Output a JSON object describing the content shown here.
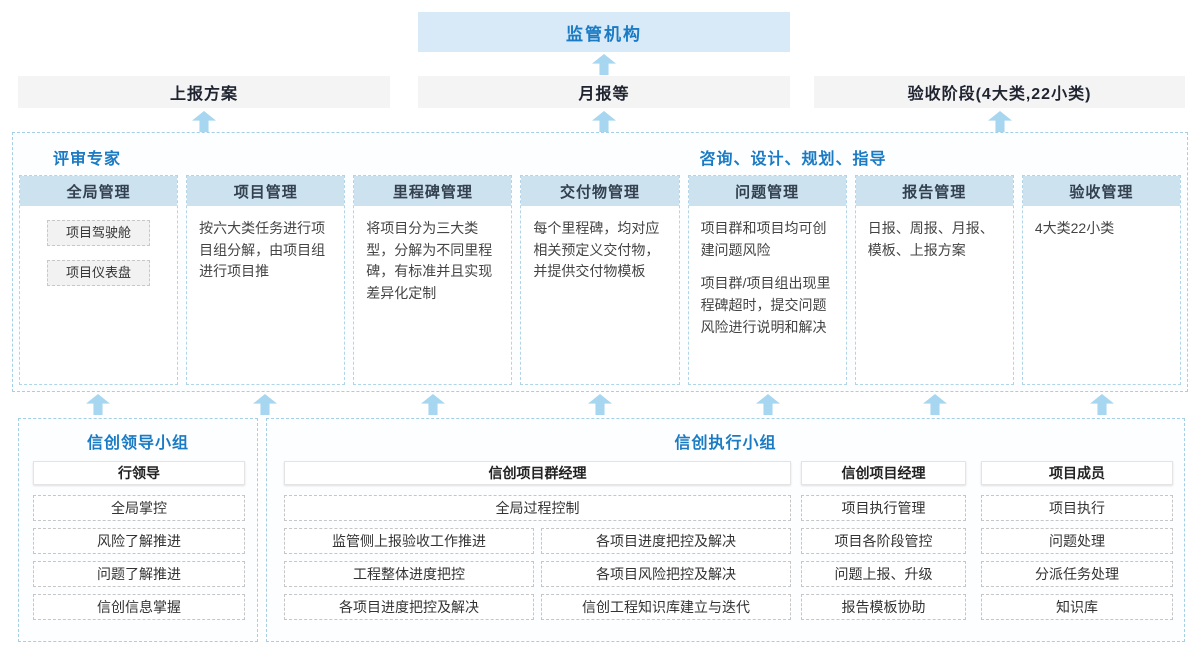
{
  "top": {
    "regulator": "监管机构"
  },
  "outputs": {
    "report_plan": "上报方案",
    "monthly_report": "月报等",
    "acceptance_phase": "验收阶段(4大类,22小类)"
  },
  "platform": {
    "left_title": "评审专家",
    "right_title": "咨询、设计、规划、指导",
    "columns": [
      {
        "title": "全局管理",
        "items": [
          "项目驾驶舱",
          "项目仪表盘"
        ]
      },
      {
        "title": "项目管理",
        "text1": "按六大类任务进行项目组分解，由项目组进行项目推"
      },
      {
        "title": "里程碑管理",
        "text1": "将项目分为三大类型，分解为不同里程碑，有标准并且实现差异化定制"
      },
      {
        "title": "交付物管理",
        "text1": "每个里程碑，均对应相关预定义交付物，并提供交付物模板"
      },
      {
        "title": "问题管理",
        "text1": "项目群和项目均可创建问题风险",
        "text2": "项目群/项目组出现里程碑超时，提交问题风险进行说明和解决"
      },
      {
        "title": "报告管理",
        "text1": "日报、周报、月报、模板、上报方案"
      },
      {
        "title": "验收管理",
        "text1": "4大类22小类"
      }
    ]
  },
  "leadership": {
    "title": "信创领导小组",
    "role": "行领导",
    "items": [
      "全局掌控",
      "风险了解推进",
      "问题了解推进",
      "信创信息掌握"
    ]
  },
  "execution": {
    "title": "信创执行小组",
    "pgm": {
      "role": "信创项目群经理",
      "full": "全局过程控制",
      "left": [
        "监管侧上报验收工作推进",
        "工程整体进度把控",
        "各项目进度把控及解决"
      ],
      "right": [
        "各项目进度把控及解决",
        "各项目风险把控及解决",
        "信创工程知识库建立与迭代"
      ]
    },
    "pm": {
      "role": "信创项目经理",
      "items": [
        "项目执行管理",
        "项目各阶段管控",
        "问题上报、升级",
        "报告模板协助"
      ]
    },
    "member": {
      "role": "项目成员",
      "items": [
        "项目执行",
        "问题处理",
        "分派任务处理",
        "知识库"
      ]
    }
  },
  "colors": {
    "accent_blue": "#1a7bc4",
    "regulator_bg": "#d8eaf7",
    "column_header_bg": "#cde2ef",
    "arrow": "#a6d6f0",
    "panel_border": "#a5cfe5"
  }
}
